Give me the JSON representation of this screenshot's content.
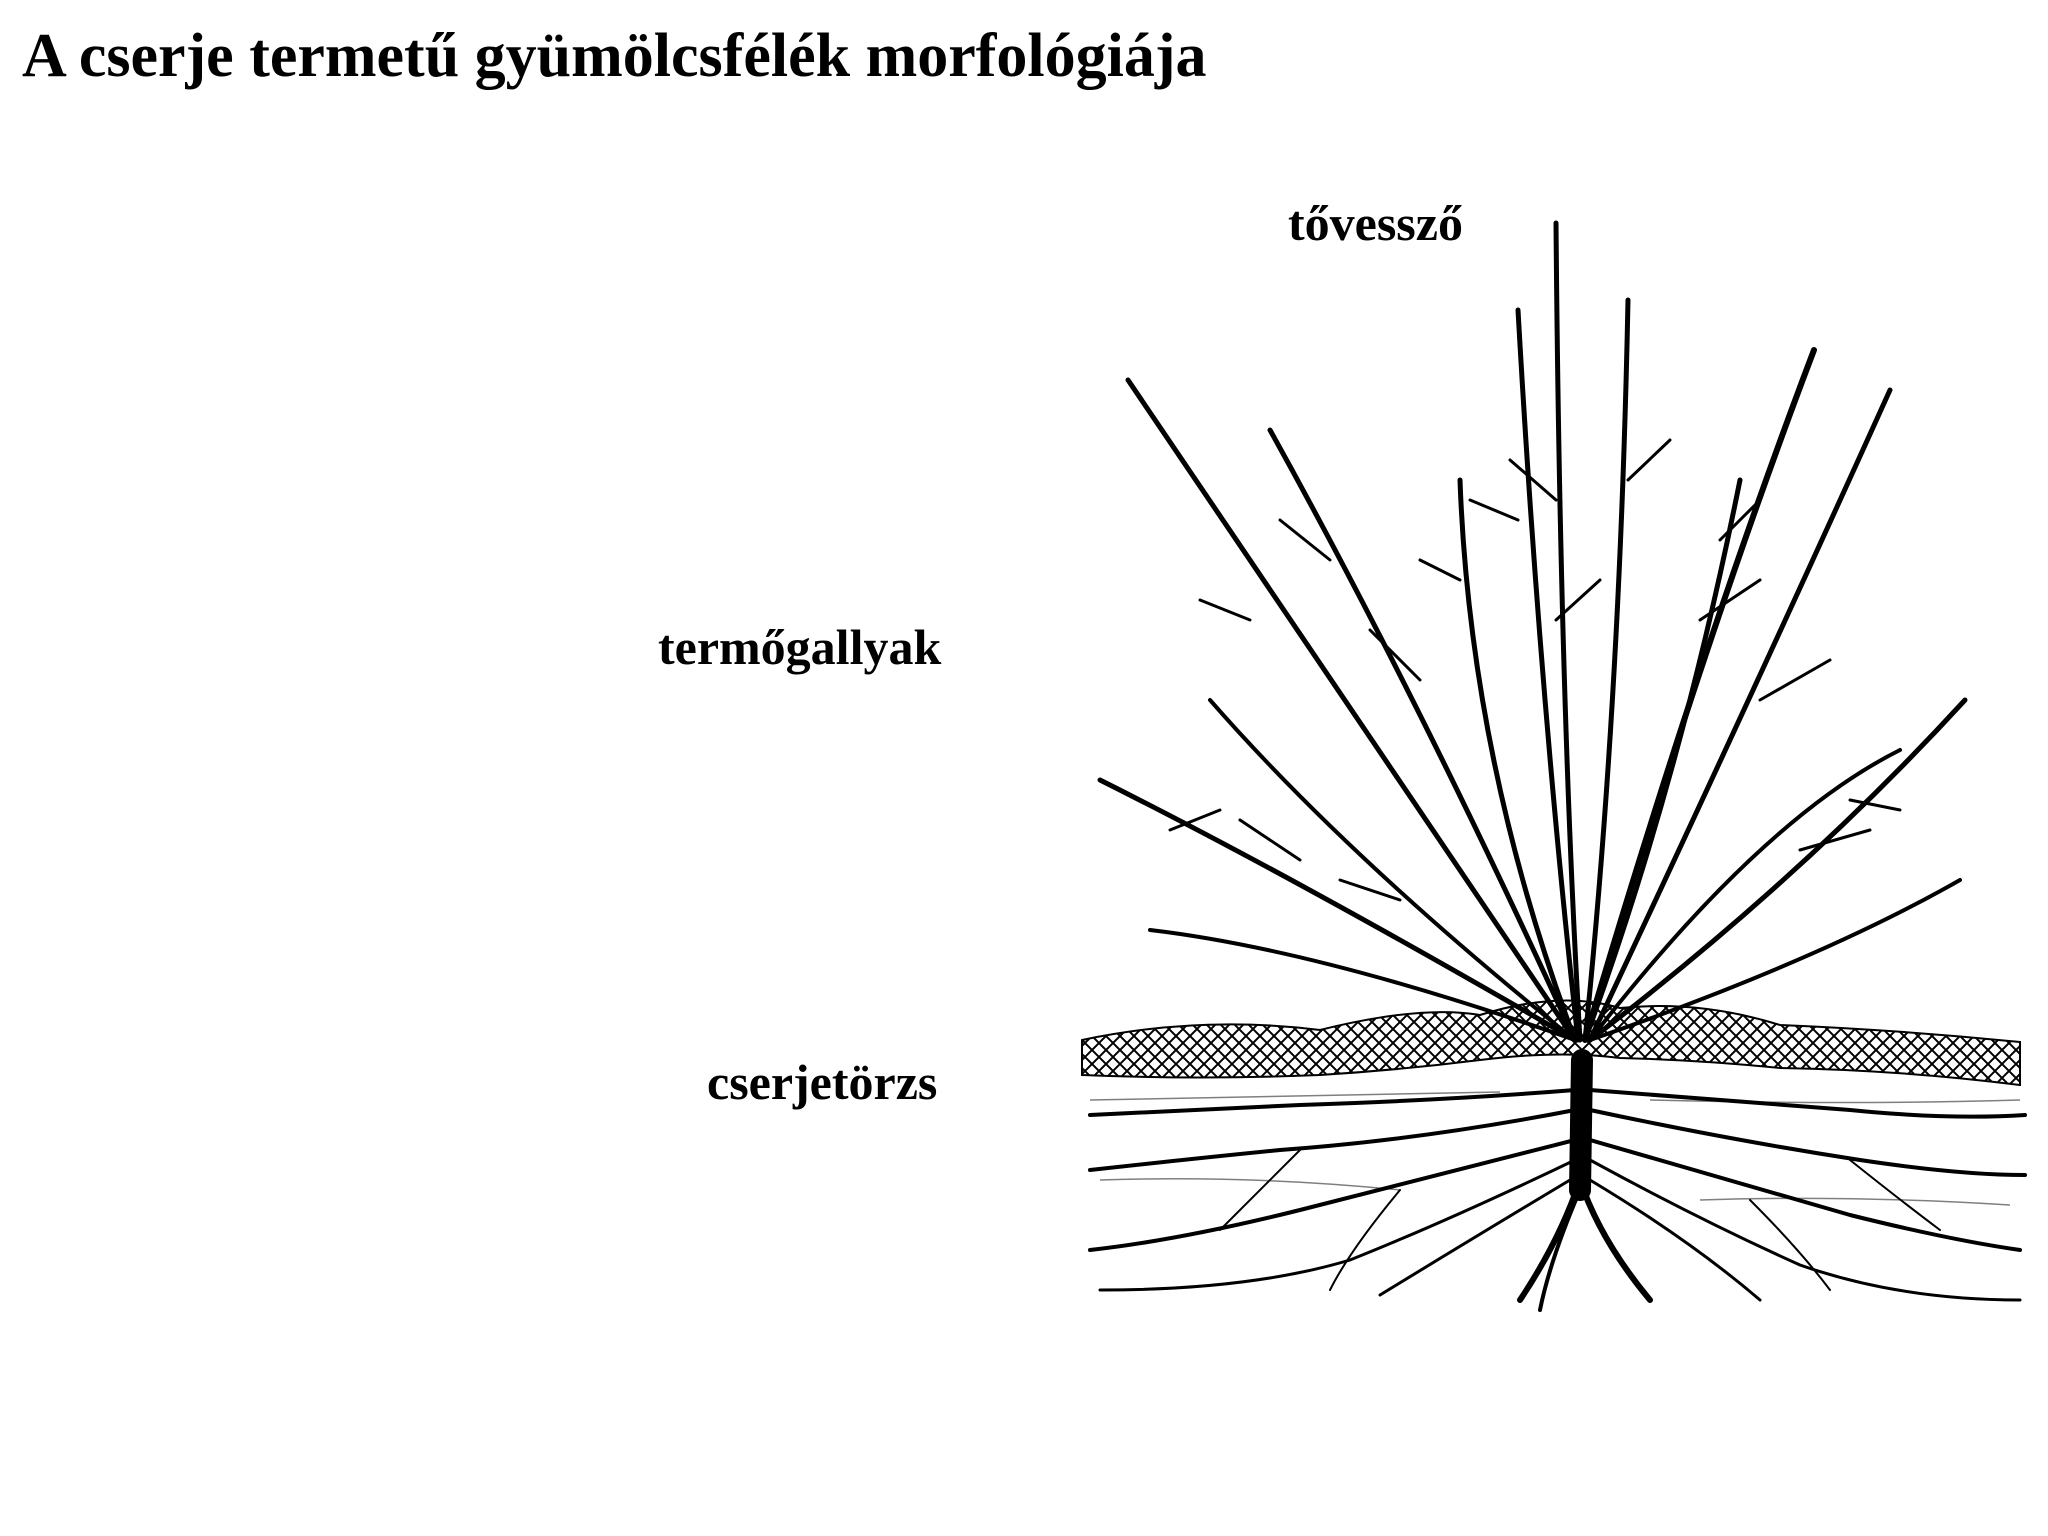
{
  "title": "A cserje termetű gyümölcsfélék morfológiája",
  "labels": {
    "top": "tővessző",
    "middle": "termőgallyak",
    "bottom": "cserjetörzs"
  },
  "illustration": {
    "subject": "shrub-with-roots"
  }
}
